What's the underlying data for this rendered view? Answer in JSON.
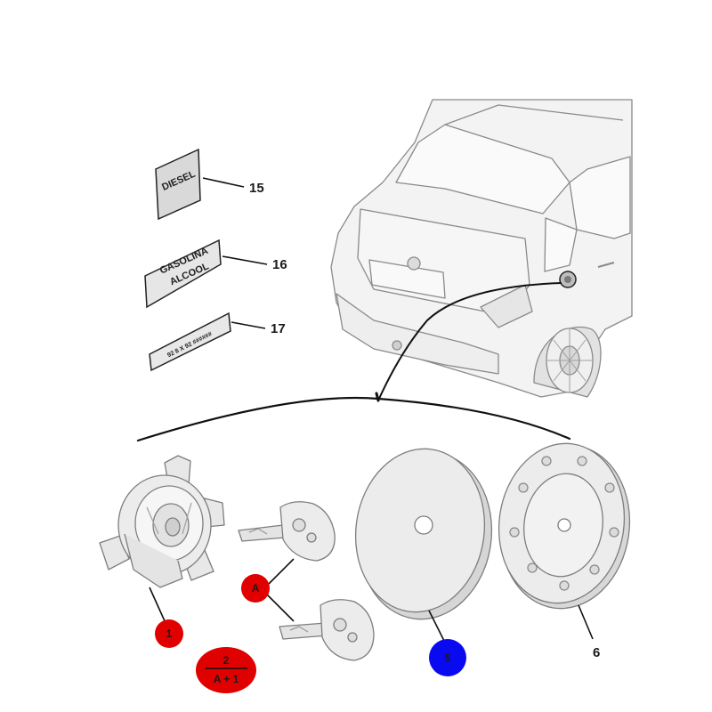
{
  "colors": {
    "callout_red": "#e00000",
    "callout_blue": "#0a0af0",
    "part_fill": "#ececec",
    "line": "#111111"
  },
  "labels": {
    "part_15": "15",
    "part_16": "16",
    "part_17": "17",
    "part_6": "6",
    "badge_1": "1",
    "badge_a": "A",
    "badge_5": "5",
    "fraction_top": "2",
    "fraction_bottom": "A + 1"
  },
  "plates": {
    "diesel": "DIESEL",
    "gasolina_line1": "GASOLINA",
    "gasolina_line2": "ALCOOL",
    "serial": "92 8 X 92 ######"
  },
  "icons": {
    "car": "hatchback-rear-icon",
    "fuel_flap": "fuel-filler-flap-icon",
    "lock_barrel": "lock-barrel-icon",
    "key": "key-icon",
    "cap_plain": "cap-cover-icon",
    "cap_rivets": "riveted-cap-icon"
  }
}
